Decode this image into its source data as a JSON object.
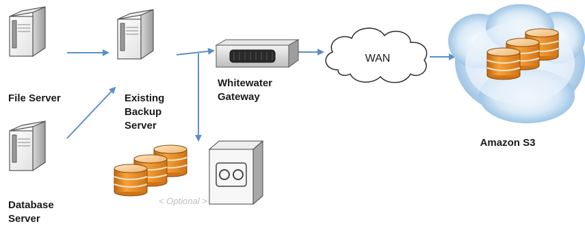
{
  "nodes": {
    "file_server": {
      "label": [
        "File Server"
      ]
    },
    "database_server": {
      "label": [
        "Database",
        "Server"
      ]
    },
    "backup_server": {
      "label": [
        "Existing",
        "Backup",
        "Server"
      ]
    },
    "gateway": {
      "label": [
        "Whitewater",
        "Gateway"
      ]
    },
    "wan": {
      "label": "WAN"
    },
    "s3": {
      "label": "Amazon S3"
    },
    "optional_storage": {
      "label": "< Optional >"
    }
  },
  "edges": [
    {
      "from": "file_server",
      "to": "backup_server"
    },
    {
      "from": "database_server",
      "to": "backup_server"
    },
    {
      "from": "backup_server",
      "to": "gateway"
    },
    {
      "from": "backup_server",
      "to": "optional_storage"
    },
    {
      "from": "gateway",
      "to": "wan"
    },
    {
      "from": "wan",
      "to": "s3"
    }
  ],
  "colors": {
    "arrow": "#5b8fc9",
    "disk_orange": "#f0962e",
    "disk_top": "#f7d6a8",
    "server_body": "#f2f2f2",
    "server_edge": "#5a5a5a",
    "cloud": "#a9cbe6"
  },
  "icons": {
    "server": "server-tower-icon",
    "gateway": "rack-appliance-icon",
    "wan": "cloud-icon",
    "storage": "database-stack-icon",
    "tape": "tape-drive-icon"
  }
}
